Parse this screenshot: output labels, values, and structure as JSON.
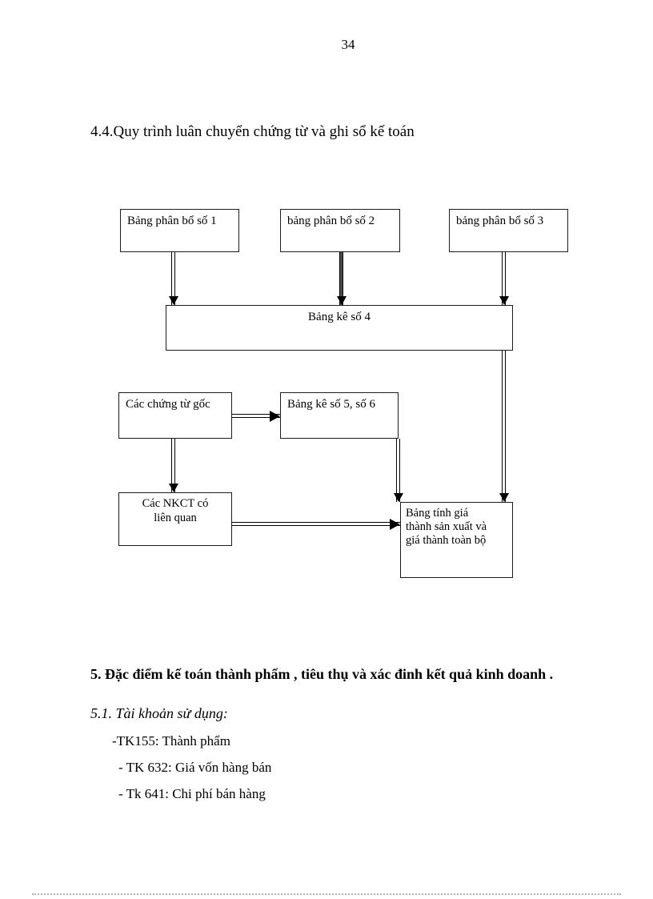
{
  "page": {
    "number": "34"
  },
  "sections": {
    "heading_4_4": "4.4.Quy trình luân chuyển chứng từ và ghi sổ kế toán",
    "heading_5": "5. Đặc điểm kế toán thành phẩm , tiêu thụ và xác đinh kết quả kinh doanh .",
    "heading_5_1": "5.1. Tài khoản sử dụng:",
    "accounts": [
      "-TK155: Thành phẩm",
      "- TK 632: Giá vốn hàng bán",
      "- Tk 641: Chi phí bán hàng"
    ]
  },
  "diagram": {
    "boxes": {
      "pb1": "Bảng phân bổ số 1",
      "pb2": "bảng phân bổ số 2",
      "pb3": "bảng phân bổ số 3",
      "bk4": "Bảng kê số 4",
      "ctg": "Các chứng từ gốc",
      "bk56": "Bảng kê số 5, số 6",
      "nkct": "Các NKCT có\nliên quan",
      "btgt": "Bảng tính giá\nthành sản xuất và\ngiá thành toàn bộ"
    }
  }
}
